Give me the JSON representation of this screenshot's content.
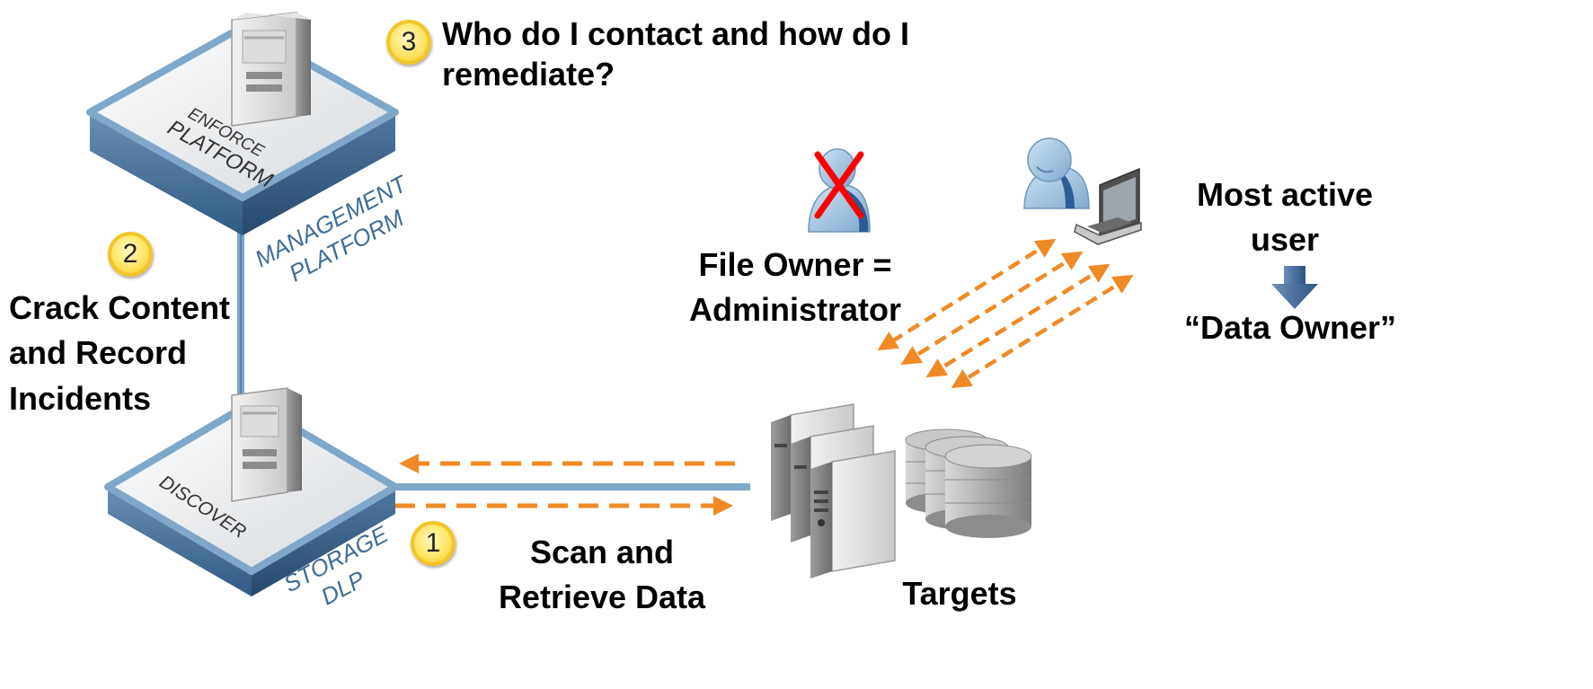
{
  "steps": {
    "step1": {
      "number": "1",
      "label": "Scan and\nRetrieve Data"
    },
    "step2": {
      "number": "2",
      "label": "Crack Content\nand Record\nIncidents"
    },
    "step3": {
      "number": "3",
      "label": "Who do I contact and how do I\nremediate?"
    }
  },
  "enforce_platform": {
    "line1": "ENFORCE",
    "line2": "PLATFORM"
  },
  "management_platform": {
    "line1": "MANAGEMENT",
    "line2": "PLATFORM"
  },
  "discover_platform": {
    "label": "DISCOVER"
  },
  "storage_dlp": {
    "line1": "STORAGE",
    "line2": "DLP"
  },
  "file_owner": {
    "label": "File Owner =\nAdministrator"
  },
  "active_user": {
    "label": "Most active\nuser",
    "result": "“Data Owner”"
  },
  "targets": {
    "label": "Targets"
  },
  "colors": {
    "arrow": "#f08a24",
    "connector": "#7ea7c9",
    "platform_side": "#3f6c97",
    "cross": "#ff0000",
    "badge": "#ffe566",
    "down_arrow": "#3b6394"
  }
}
